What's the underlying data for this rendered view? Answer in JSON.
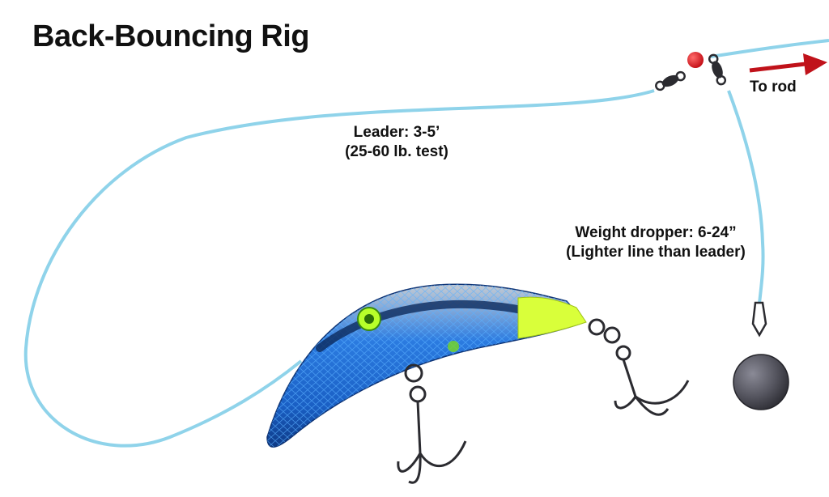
{
  "title": "Back-Bouncing Rig",
  "labels": {
    "leader_line1": "Leader: 3-5’",
    "leader_line2": "(25-60 lb. test)",
    "dropper_line1": "Weight dropper: 6-24”",
    "dropper_line2": "(Lighter line than leader)",
    "to_rod": "To rod"
  },
  "colors": {
    "line": "#8fd3ea",
    "arrow": "#c0121a",
    "bead": "#d9141b",
    "lure_blue": "#1f6fd6",
    "lure_head": "#d9ff3a",
    "sinker": "#5a5a66"
  },
  "icons": {
    "arrow": "right-arrow-icon",
    "swivel": "swivel-icon",
    "bead": "bead-icon",
    "sinker": "sinker-icon",
    "lure": "lure-icon",
    "hook": "treble-hook-icon"
  }
}
